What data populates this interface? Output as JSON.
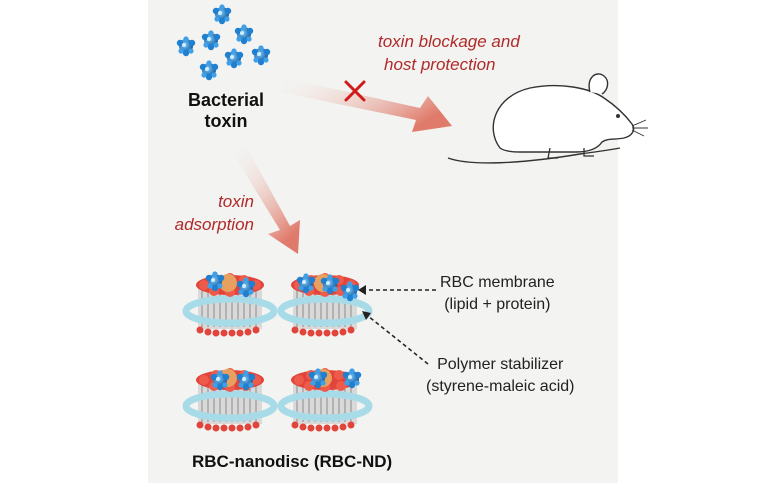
{
  "labels": {
    "toxin_title_line1": "Bacterial",
    "toxin_title_line2": "toxin",
    "blockage_line1": "toxin blockage and",
    "blockage_line2": "host protection",
    "adsorption_line1": "toxin",
    "adsorption_line2": "adsorption",
    "rbc_membrane_line1": "RBC membrane",
    "rbc_membrane_line2": "(lipid + protein)",
    "polymer_line1": "Polymer stabilizer",
    "polymer_line2": "(styrene-maleic acid)",
    "nanodisc_caption": "RBC-nanodisc (RBC-ND)"
  },
  "icons": {
    "toxin": "toxin-cluster-icon",
    "mouse": "mouse-icon",
    "blocked": "cross-mark-icon",
    "nanodisc": "nanodisc-icon"
  },
  "colors": {
    "toxin_blue": "#1f7fd0",
    "arrow_red": "#e07a6a",
    "cross_red": "#d11a1a",
    "label_red": "#b02a2a",
    "ring_cyan": "#a8dbe8",
    "lipid_red": "#e0443a",
    "core_orange": "#e8a060"
  }
}
